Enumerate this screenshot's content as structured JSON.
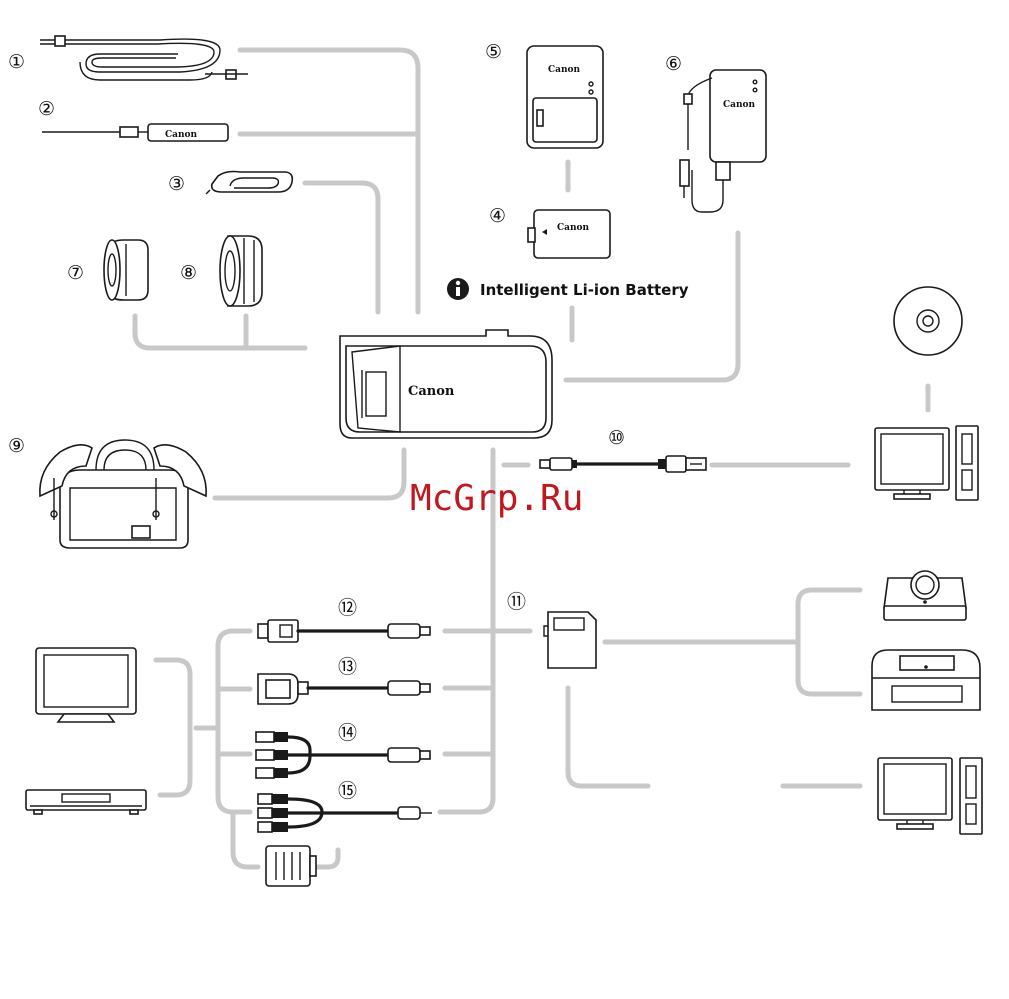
{
  "brand": "Canon",
  "battery_label": "Intelligent Li-ion Battery",
  "info_icon": "info-circle-icon",
  "watermark": "McGrp.Ru",
  "item_numbers": {
    "n1": "①",
    "n2": "②",
    "n3": "③",
    "n4": "④",
    "n5": "⑤",
    "n6": "⑥",
    "n7": "⑦",
    "n8": "⑧",
    "n9": "⑨",
    "n10": "⑩",
    "n11": "⑪",
    "n12": "⑫",
    "n13": "⑬",
    "n14": "⑭",
    "n15": "⑮"
  },
  "colors": {
    "connector": "#c8c8c8",
    "outline": "#1a1a1a",
    "watermark": "#c0181e"
  }
}
